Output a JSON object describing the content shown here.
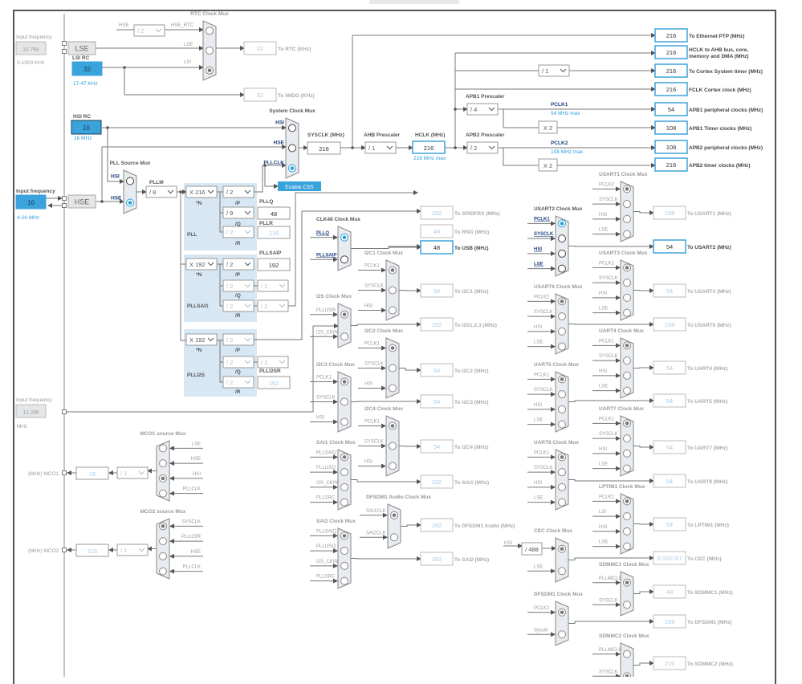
{
  "colors": {
    "accent": "#2a9fd8",
    "active_border": "#3ea3d8",
    "pll_panel": "#d7e7f4",
    "navy": "#1f3f7a"
  },
  "sources": {
    "lse_input_freq": "32.768",
    "lse": "LSE",
    "lsi_rc": "32",
    "hsi_rc": "16",
    "hse": "HSE",
    "hse_input_freq": "16",
    "i2s_input_freq": "12.288"
  },
  "labels": {
    "input_freq_1": "Input frequency",
    "range_lse": "0-1000 KHz",
    "lsi_title": "LSI RC",
    "lsi_range": "17-47 KHz",
    "hsi_title": "HSI RC",
    "hsi_range": "16 MHz",
    "input_freq_2": "Input frequency",
    "hse_range": "4-26 MHz",
    "input_freq_3": "Input frequency",
    "i2s_unit": "MHz",
    "rtc_hse": "HSE",
    "rtc_hse_rtc": "HSE_RTC",
    "rtc_lse": "LSE",
    "rtc_lsi": "LSI",
    "sysclk": "SYSCLK (MHz)",
    "ahb": "AHB Prescaler",
    "hclk": "HCLK (MHz)",
    "hclk_max": "216 MHz max",
    "apb1": "APB1 Prescaler",
    "apb2": "APB2 Prescaler",
    "pclk1": "PCLK1",
    "pclk1_max": "54 MHz max",
    "pclk2": "PCLK2",
    "pclk2_max": "108 MHz max",
    "pllm": "PLLM",
    "pll_n": "*N",
    "pll_p": "/P",
    "pll_q": "/Q",
    "pll_r": "/R",
    "pll": "PLL",
    "sai_n": "*N",
    "sai_p": "/P",
    "sai_q": "/Q",
    "sai_r": "/R",
    "pllsai1": "PLLSAI1",
    "i2s_n": "*N",
    "i2s_p": "/P",
    "i2s_q": "/Q",
    "i2s_r": "/R",
    "plli2s": "PLLI2S",
    "pllq": "PLLQ",
    "pllr": "PLLR",
    "pllsaip": "PLLSAIP",
    "plli2sr": "PLLI2SR",
    "mco1": "(MHz) MCO1",
    "mco2": "(MHz) MCO2",
    "cec_hsi": "HSI"
  },
  "enable_css": "Enable CSS",
  "value_boxes": [
    {
      "name": "pllq-value",
      "value": "48",
      "active": true
    },
    {
      "name": "pllr-value",
      "value": "216",
      "active": false
    },
    {
      "name": "pllsaip-value",
      "value": "192",
      "active": true
    },
    {
      "name": "plli2sr-value",
      "value": "192",
      "active": false
    },
    {
      "name": "sysclk-value",
      "value": "216",
      "active": true
    },
    {
      "name": "hclk-value",
      "value": "216",
      "active": true,
      "highlight": true
    },
    {
      "name": "mco1-value",
      "value": "16",
      "active": false
    },
    {
      "name": "mco2-value",
      "value": "216",
      "active": false
    }
  ],
  "dividers": [
    {
      "name": "hse-rtc-divider",
      "value": "/ 2",
      "enabled": false
    },
    {
      "name": "pllm-divider",
      "value": "/ 8",
      "enabled": true
    },
    {
      "name": "pll-n-multiplier",
      "value": "X 216",
      "enabled": true
    },
    {
      "name": "pll-p-divider",
      "value": "/ 2",
      "enabled": true
    },
    {
      "name": "pll-q-divider",
      "value": "/ 9",
      "enabled": true
    },
    {
      "name": "pll-r-divider",
      "value": "/ 2",
      "enabled": false
    },
    {
      "name": "pllsai1-n-multiplier",
      "value": "X 192",
      "enabled": true
    },
    {
      "name": "pllsai1-p-divider",
      "value": "/ 2",
      "enabled": true
    },
    {
      "name": "pllsai1-q-divider",
      "value": "/ 2",
      "enabled": false
    },
    {
      "name": "pllsai1-q2-divider",
      "value": "/ 1",
      "enabled": false
    },
    {
      "name": "pllsai1-r-divider",
      "value": "/ 2",
      "enabled": false
    },
    {
      "name": "pllsai1-r2-divider",
      "value": "/ 2",
      "enabled": false
    },
    {
      "name": "plli2s-n-multiplier",
      "value": "X 192",
      "enabled": true
    },
    {
      "name": "plli2s-p-divider",
      "value": "/ 2",
      "enabled": false
    },
    {
      "name": "plli2s-q-divider",
      "value": "/ 2",
      "enabled": false
    },
    {
      "name": "plli2s-q2-divider",
      "value": "/ 1",
      "enabled": false
    },
    {
      "name": "plli2s-r-divider",
      "value": "/ 2",
      "enabled": false
    },
    {
      "name": "ahb-prescaler",
      "value": "/ 1",
      "enabled": true
    },
    {
      "name": "apb1-prescaler",
      "value": "/ 4",
      "enabled": true
    },
    {
      "name": "apb2-prescaler",
      "value": "/ 2",
      "enabled": true
    },
    {
      "name": "cortex-timer-divider",
      "value": "/ 1",
      "enabled": true
    },
    {
      "name": "mco1-divider",
      "value": "/ 1",
      "enabled": false
    },
    {
      "name": "mco2-divider",
      "value": "/ 1",
      "enabled": false
    }
  ],
  "fixed_boxes": [
    {
      "name": "apb1-timer-multiplier",
      "value": "X 2"
    },
    {
      "name": "apb2-timer-multiplier",
      "value": "X 2"
    },
    {
      "name": "cec-hsi-divider",
      "value": "/ 488"
    }
  ],
  "outputs": [
    {
      "value": "216",
      "label": "To Ethernet PTP (MHz)",
      "active": true
    },
    {
      "value": "216",
      "label": "HCLK to AHB bus, core,",
      "label2": "memory and DMA (MHz)",
      "active": true
    },
    {
      "value": "216",
      "label": "To Cortex System timer (MHz)",
      "active": true
    },
    {
      "value": "216",
      "label": "FCLK Cortex clock (MHz)",
      "active": true
    },
    {
      "value": "54",
      "label": "APB1 peripheral clocks (MHz)",
      "active": true
    },
    {
      "value": "108",
      "label": "APB1 Timer clocks (MHz)",
      "active": true
    },
    {
      "value": "108",
      "label": "APB2 peripheral clocks (MHz)",
      "active": true
    },
    {
      "value": "216",
      "label": "APB2 timer clocks (MHz)",
      "active": true
    },
    {
      "value": "32",
      "label": "To RTC (KHz)",
      "active": false
    },
    {
      "value": "32",
      "label": "To IWDG (KHz)",
      "active": false
    },
    {
      "value": "192",
      "label": "To SPIDFRX (MHz)",
      "active": false
    },
    {
      "value": "48",
      "label": "To RNG (MHz)",
      "active": false
    },
    {
      "value": "48",
      "label": "To USB (MHz)",
      "active": true
    },
    {
      "value": "54",
      "label": "To I2C1 (MHz)",
      "active": false
    },
    {
      "value": "192",
      "label": "To I2S1,2,3 (MHz)",
      "active": false
    },
    {
      "value": "54",
      "label": "To I2C2 (MHz)",
      "active": false
    },
    {
      "value": "54",
      "label": "To I2C3 (MHz)",
      "active": false
    },
    {
      "value": "54",
      "label": "To I2C4 (MHz)",
      "active": false
    },
    {
      "value": "192",
      "label": "To SAI1 (MHz)",
      "active": false
    },
    {
      "value": "192",
      "label": "To DFSDM1 Audio (MHz)",
      "active": false
    },
    {
      "value": "192",
      "label": "To SAI2 (MHz)",
      "active": false
    },
    {
      "value": "108",
      "label": "To USART1 (MHz)",
      "active": false
    },
    {
      "value": "54",
      "label": "To USART2 (MHz)",
      "active": true
    },
    {
      "value": "54",
      "label": "To USART3 (MHz)",
      "active": false
    },
    {
      "value": "108",
      "label": "To USART6 (MHz)",
      "active": false
    },
    {
      "value": "54",
      "label": "To UART4 (MHz)",
      "active": false
    },
    {
      "value": "54",
      "label": "To UART5 (MHz)",
      "active": false
    },
    {
      "value": "54",
      "label": "To UART7 (MHz)",
      "active": false
    },
    {
      "value": "54",
      "label": "To UART8 (MHz)",
      "active": false
    },
    {
      "value": "54",
      "label": "To LPTIM1 (MHz)",
      "active": false
    },
    {
      "value": "0.032787",
      "label": "To CEC (MHz)",
      "active": false
    },
    {
      "value": "48",
      "label": "To SDMMC1 (MHz)",
      "active": false
    },
    {
      "value": "108",
      "label": "To DFSDM1 (MHz)",
      "active": false
    },
    {
      "value": "216",
      "label": "To SDMMC2 (MHz)",
      "active": false
    }
  ],
  "muxes": [
    {
      "title": "RTC Clock Mux",
      "inputs": [
        "",
        "",
        ""
      ],
      "selected": 2,
      "active": false
    },
    {
      "title": "System Clock Mux",
      "inputs": [
        "HSI",
        "HSE",
        "PLLCLK"
      ],
      "selected": 2,
      "active": true
    },
    {
      "title": "PLL Source Mux",
      "inputs": [
        "HSI",
        "HSE"
      ],
      "selected": 1,
      "active": true
    },
    {
      "title": "CLK48 Clock Mux",
      "inputs": [
        "PLLQ",
        "PLLSAIP"
      ],
      "selected": 0,
      "active": true
    },
    {
      "title": "I2C1 Clock Mux",
      "inputs": [
        "PCLK1",
        "SYSCLK",
        "HSI"
      ],
      "selected": 0,
      "active": false
    },
    {
      "title": "I2S Clock Mux",
      "inputs": [
        "PLLI2SR",
        "I2S_CKIN"
      ],
      "selected": 0,
      "active": false
    },
    {
      "title": "I2C2 Clock Mux",
      "inputs": [
        "PCLK1",
        "SYSCLK",
        "HSI"
      ],
      "selected": 0,
      "active": false
    },
    {
      "title": "I2C3 Clock Mux",
      "inputs": [
        "PCLK1",
        "SYSCLK",
        "HSI"
      ],
      "selected": 0,
      "active": false
    },
    {
      "title": "I2C4 Clock Mux",
      "inputs": [
        "PCLK1",
        "SYSCLK",
        "HSI"
      ],
      "selected": 0,
      "active": false
    },
    {
      "title": "SAI1 Clock Mux",
      "inputs": [
        "PLLSAIQ",
        "PLLI2SQ",
        "I2S_CKIN",
        "PLLSRC"
      ],
      "selected": 0,
      "active": false
    },
    {
      "title": "DFSDM1 Audio Clock Mux",
      "inputs": [
        "SAI1CLK",
        "SAI2CLK"
      ],
      "selected": 0,
      "active": false
    },
    {
      "title": "SAI2 Clock Mux",
      "inputs": [
        "PLLSAIQ",
        "PLLI2SQ",
        "I2S_CKIN",
        "PLLSRC"
      ],
      "selected": 0,
      "active": false
    },
    {
      "title": "USART1 Clock Mux",
      "inputs": [
        "PCLK2",
        "SYSCLK",
        "HSI",
        "LSE"
      ],
      "selected": 0,
      "active": false
    },
    {
      "title": "USART2 Clock Mux",
      "inputs": [
        "PCLK1",
        "SYSCLK",
        "HSI",
        "LSE"
      ],
      "selected": 0,
      "active": true
    },
    {
      "title": "USART3 Clock Mux",
      "inputs": [
        "PCLK1",
        "SYSCLK",
        "HSI",
        "LSE"
      ],
      "selected": 0,
      "active": false
    },
    {
      "title": "USART6 Clock Mux",
      "inputs": [
        "PCLK2",
        "SYSCLK",
        "HSI",
        "LSE"
      ],
      "selected": 0,
      "active": false
    },
    {
      "title": "UART4 Clock Mux",
      "inputs": [
        "PCLK1",
        "SYSCLK",
        "HSI",
        "LSE"
      ],
      "selected": 0,
      "active": false
    },
    {
      "title": "UART5 Clock Mux",
      "inputs": [
        "PCLK1",
        "SYSCLK",
        "HSI",
        "LSE"
      ],
      "selected": 0,
      "active": false
    },
    {
      "title": "UART7 Clock Mux",
      "inputs": [
        "PCLK1",
        "SYSCLK",
        "HSI",
        "LSE"
      ],
      "selected": 0,
      "active": false
    },
    {
      "title": "UART8 Clock Mux",
      "inputs": [
        "PCLK1",
        "SYSCLK",
        "HSI",
        "LSE"
      ],
      "selected": 0,
      "active": false
    },
    {
      "title": "LPTIM1 Clock Mux",
      "inputs": [
        "PCLK1",
        "LSI",
        "HSI",
        "LSE"
      ],
      "selected": 0,
      "active": false
    },
    {
      "title": "CEC Clock Mux",
      "inputs": [
        "",
        "LSE"
      ],
      "selected": 0,
      "active": false
    },
    {
      "title": "SDMMC1 Clock Mux",
      "inputs": [
        "PLL48CLK",
        "SYSCLK"
      ],
      "selected": 0,
      "active": false
    },
    {
      "title": "DFSDM1 Clock Mux",
      "inputs": [
        "PCLK2",
        "Sysclk"
      ],
      "selected": 0,
      "active": false
    },
    {
      "title": "SDMMC2 Clock Mux",
      "inputs": [
        "PLL48CLK",
        "SYSCLK"
      ],
      "selected": 1,
      "active": false
    },
    {
      "title": "MCO1 source Mux",
      "inputs": [
        "LSE",
        "HSE",
        "HSI",
        "PLLCLK"
      ],
      "selected": 2,
      "active": false
    },
    {
      "title": "MCO2 source Mux",
      "inputs": [
        "SYSCLK",
        "PLLI2SR",
        "HSE",
        "PLLCLK"
      ],
      "selected": 0,
      "active": false
    }
  ]
}
